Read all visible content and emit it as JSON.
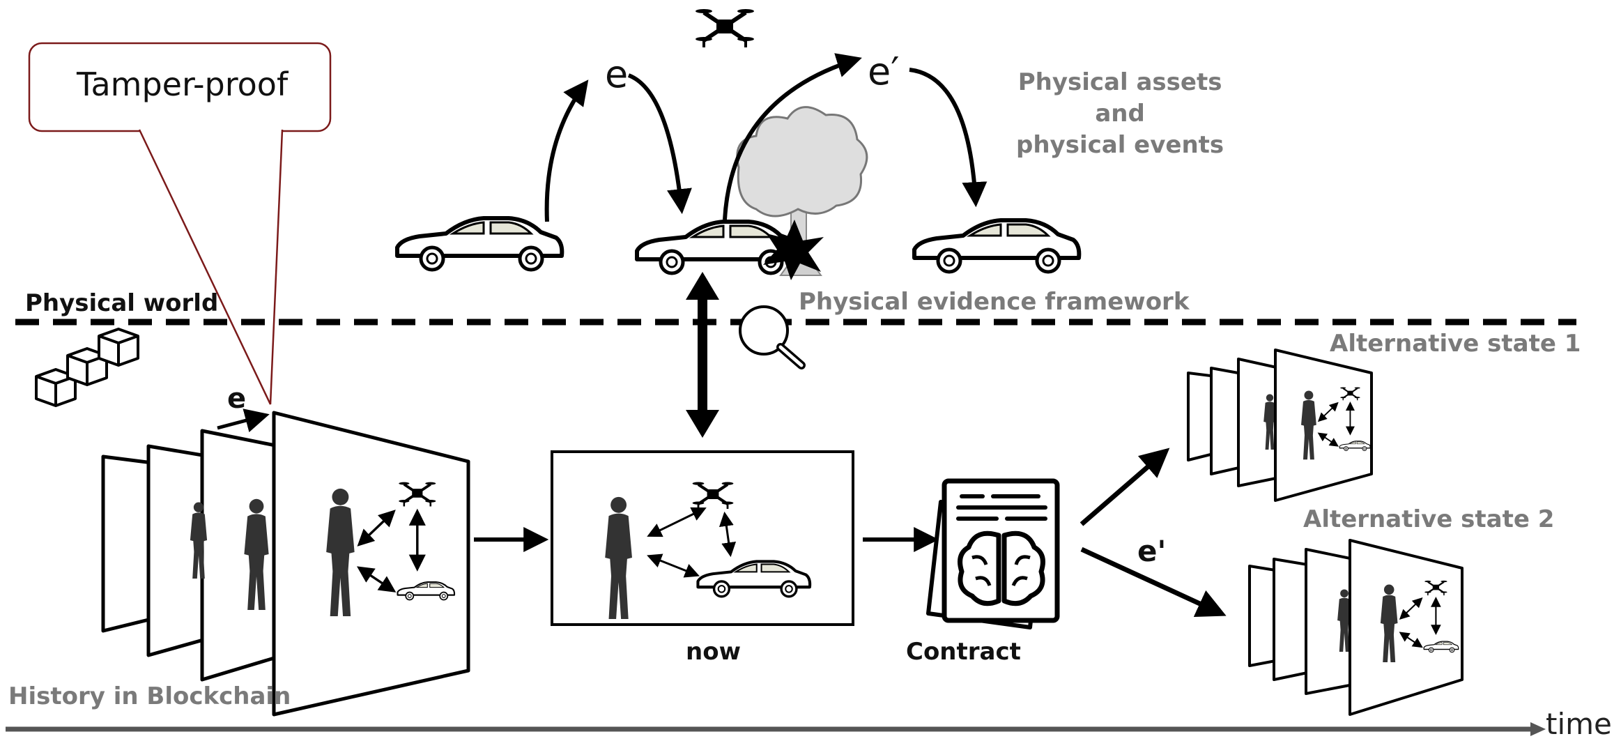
{
  "callout": {
    "text": "Tamper-proof"
  },
  "physical_world": {
    "label": "Physical world"
  },
  "physical_assets": {
    "line1": "Physical assets",
    "line2": "and",
    "line3": "physical events"
  },
  "framework": {
    "label": "Physical evidence framework"
  },
  "events": {
    "e_top": "e",
    "e_prime_top": "e′",
    "e_history": "e",
    "e_prime_alt": "e'"
  },
  "alternatives": {
    "state1": "Alternative state 1",
    "state2": "Alternative state 2"
  },
  "now": {
    "label": "now"
  },
  "contract": {
    "label": "Contract"
  },
  "history": {
    "label": "History in Blockchain"
  },
  "timeline": {
    "label": "time"
  },
  "colors": {
    "callout_border": "#7b1a1a",
    "gray_text": "#7a7a7a",
    "timeline": "#555555",
    "silhouette": "#333333"
  }
}
